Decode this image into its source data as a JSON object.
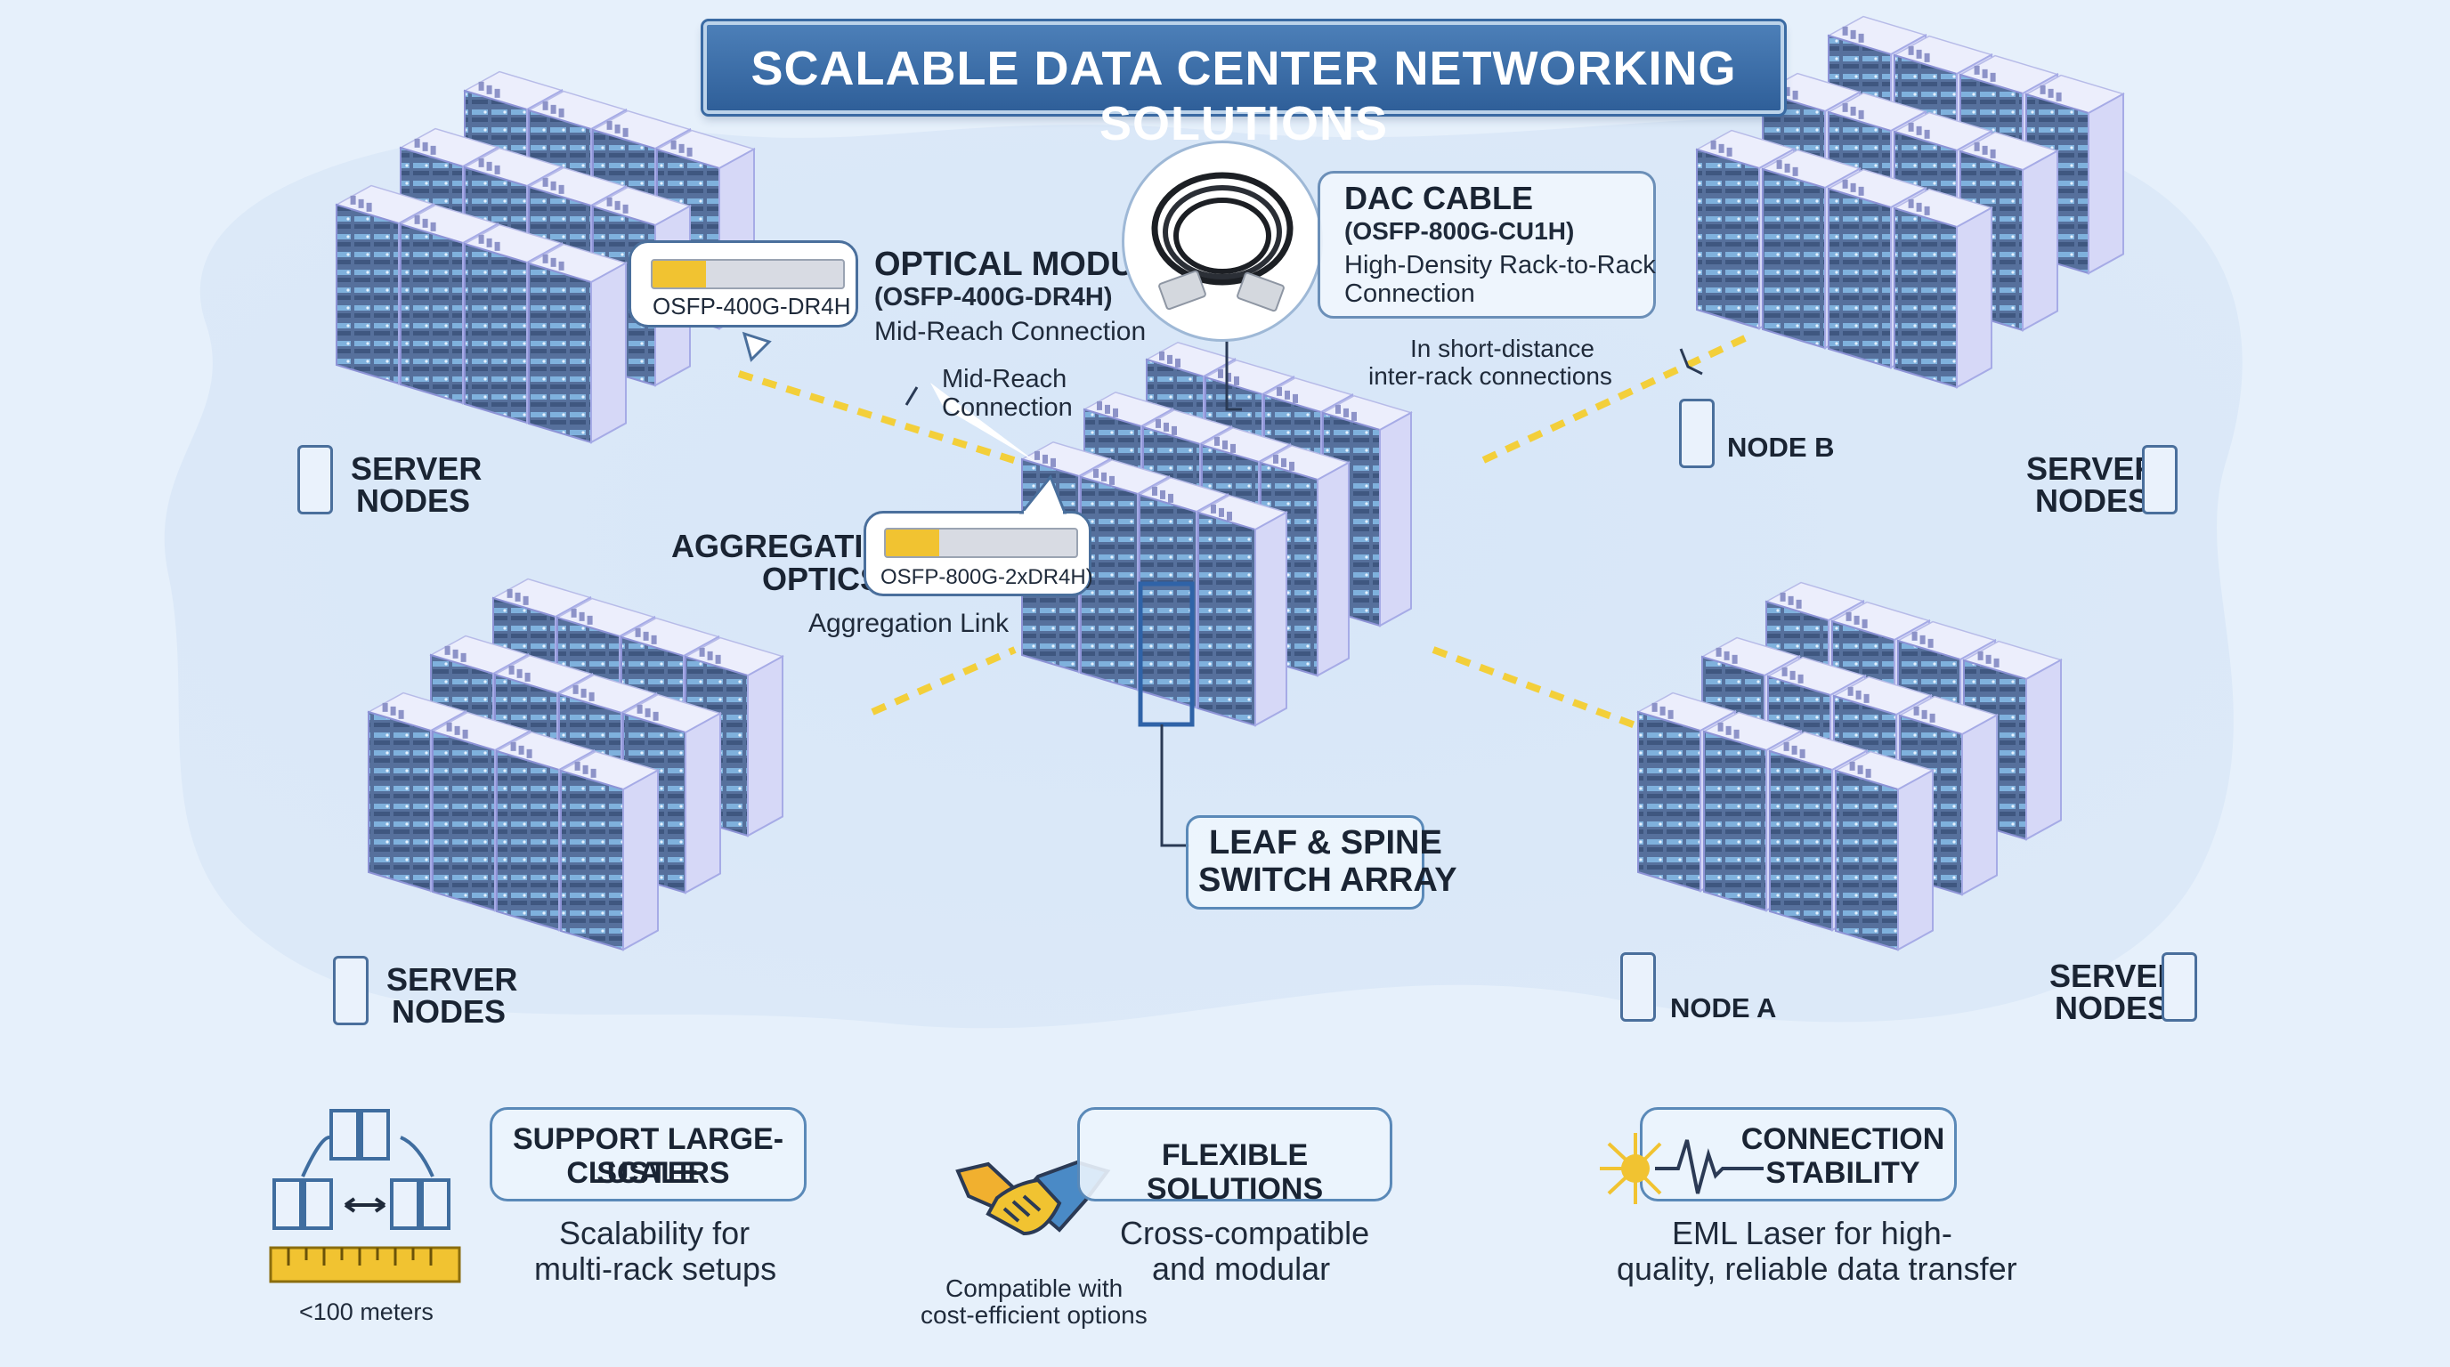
{
  "title": "SCALABLE DATA CENTER NETWORKING SOLUTIONS",
  "colors": {
    "background": "#e6f0fb",
    "title_banner": "#3b6ca8",
    "rack_body": "#d6d8f7",
    "rack_side": "#a9acec",
    "rack_front": "#5f7fb0",
    "link": "#f3cf3a",
    "box_border": "#5a89b8"
  },
  "optical_module": {
    "tag": "OSFP-400G-DR4H",
    "title": "OPTICAL MODULE",
    "part": "(OSFP-400G-DR4H)",
    "desc": "Mid-Reach Connection"
  },
  "mid_reach_label": [
    "Mid-Reach",
    "Connection"
  ],
  "dac_cable": {
    "title": "DAC CABLE",
    "part": "(OSFP-800G-CU1H)",
    "desc": [
      "High-Density Rack-to-Rack",
      "Connection"
    ]
  },
  "short_distance_label": [
    "In short-distance",
    "inter-rack connections"
  ],
  "aggregation": {
    "title": [
      "AGGREGATION",
      "OPTICS"
    ],
    "tag": "OSFP-800G-2xDR4H)",
    "link_label": "Aggregation Link"
  },
  "switch_array": [
    "LEAF & SPINE",
    "SWITCH ARRAY"
  ],
  "server_nodes_label": [
    "SERVER",
    "NODES"
  ],
  "node_a": "NODE A",
  "node_b": "NODE B",
  "features": [
    {
      "title": [
        "SUPPORT LARGE-SCALE",
        "CLUSTERS"
      ],
      "desc": [
        "Scalability for",
        "multi-rack setups"
      ],
      "extra": "<100 meters",
      "icon": "cluster-ruler-icon"
    },
    {
      "title": [
        "FLEXIBLE SOLUTIONS"
      ],
      "desc": [
        "Cross-compatible",
        "and modular"
      ],
      "extra": [
        "Compatible with",
        "cost-efficient options"
      ],
      "icon": "handshake-icon"
    },
    {
      "title": [
        "CONNECTION",
        "STABILITY"
      ],
      "desc": [
        "EML Laser for high-",
        "quality, reliable data transfer"
      ],
      "icon": "laser-waveform-icon"
    }
  ]
}
